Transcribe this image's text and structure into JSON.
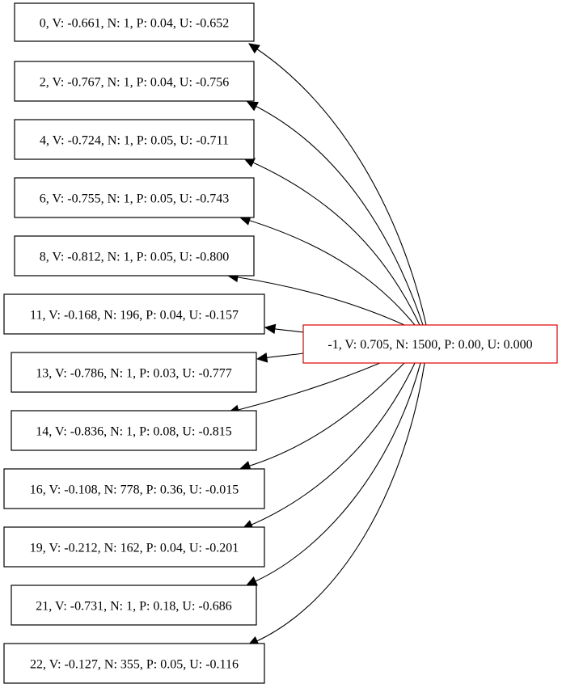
{
  "root": {
    "label": "-1, V: 0.705, N: 1500, P: 0.00, U: 0.000",
    "border_color": "#e00000"
  },
  "children": [
    {
      "label": "0, V: -0.661, N: 1, P: 0.04, U: -0.652"
    },
    {
      "label": "2, V: -0.767, N: 1, P: 0.04, U: -0.756"
    },
    {
      "label": "4, V: -0.724, N: 1, P: 0.05, U: -0.711"
    },
    {
      "label": "6, V: -0.755, N: 1, P: 0.05, U: -0.743"
    },
    {
      "label": "8, V: -0.812, N: 1, P: 0.05, U: -0.800"
    },
    {
      "label": "11, V: -0.168, N: 196, P: 0.04, U: -0.157"
    },
    {
      "label": "13, V: -0.786, N: 1, P: 0.03, U: -0.777"
    },
    {
      "label": "14, V: -0.836, N: 1, P: 0.08, U: -0.815"
    },
    {
      "label": "16, V: -0.108, N: 778, P: 0.36, U: -0.015"
    },
    {
      "label": "19, V: -0.212, N: 162, P: 0.04, U: -0.201"
    },
    {
      "label": "21, V: -0.731, N: 1, P: 0.18, U: -0.686"
    },
    {
      "label": "22, V: -0.127, N: 355, P: 0.05, U: -0.116"
    }
  ]
}
